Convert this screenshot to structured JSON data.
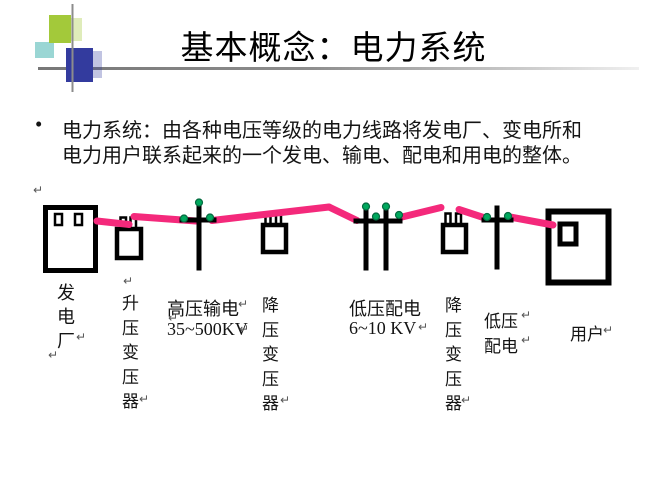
{
  "slide": {
    "title": "基本概念：电力系统",
    "bullet": {
      "marker": "•",
      "line1": "电力系统：由各种电压等级的电力线路将发电厂、变电所和",
      "line2": "电力用户联系起来的一个发电、输电、配电和用电的整体。"
    }
  },
  "diagram": {
    "labels": {
      "power_plant": "发电厂",
      "step_up_transformer": "升压变压器",
      "hv_transmission_name": "高压输电",
      "hv_transmission_voltage": "35~500KV",
      "step_down_transformer_1": "降压变压器",
      "lv_distribution_name": "低压配电",
      "lv_distribution_voltage": "6~10 KV",
      "step_down_transformer_2": "降压变压器",
      "lv_distribution2_line1": "低压",
      "lv_distribution2_line2": "配电",
      "user": "用户"
    },
    "paragraph_mark": "↵",
    "colors": {
      "power_line_pink": "#F4297B",
      "connection_dot_green": "#00A85D",
      "connection_dot_edge": "#046B40",
      "shape_outline": "#000000"
    }
  },
  "decor": {
    "logo_green": "#A3C93A",
    "logo_teal": "#8FD2CF",
    "logo_blue": "#333B9E",
    "divider_gray": "#8C8C8C"
  }
}
